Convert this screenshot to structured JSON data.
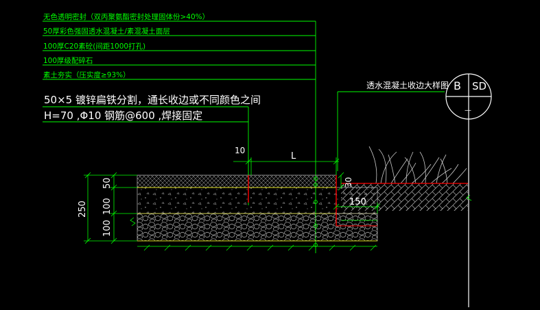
{
  "layer_notes": [
    "无色透明密封（双丙聚氨酯密封处理固体份>40%）",
    "50厚彩色强固透水混凝土/素混凝土面层",
    "100厚C20素砼(间距1000打孔)",
    "100厚级配碎石",
    "素土夯实（压实度≥93%）"
  ],
  "flat_iron_note": "50×5 镀锌扁铁分割，通长收边或不同颜色之间",
  "rebar_note": "H=70  ,Φ10 钢筋@600 ,焊接固定",
  "detail_title": "透水混凝土收边大样图",
  "detail_ref_top_left": "B",
  "detail_ref_top_right": "SD",
  "detail_ref_bottom": "—",
  "dim_gap": "10",
  "dim_width": "L",
  "dim_total": "250",
  "dim_layer1": "50",
  "dim_layer2": "100",
  "dim_layer3": "100",
  "dim_right_top": "30",
  "dim_right_mid": "150",
  "colors": {
    "background": "#000000",
    "leader_green": "#00ff00",
    "text_white": "#ffffff",
    "edge_red": "#ff0000",
    "layer_yellow": "#ffff00",
    "hatch_gray": "#9a9a9a"
  }
}
